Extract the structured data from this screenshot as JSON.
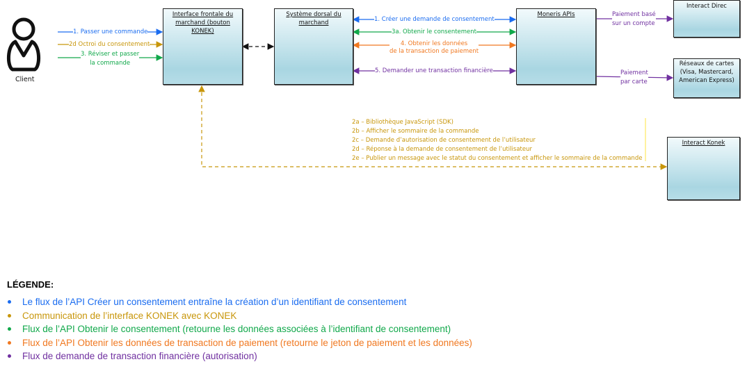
{
  "colors": {
    "blue": "#1a6cf0",
    "gold": "#c8960a",
    "green": "#10a84a",
    "orange": "#f07820",
    "purple": "#7030a0"
  },
  "client": {
    "label": "Client",
    "icon": "user-icon"
  },
  "boxes": {
    "frontend": "Interface frontale du marchand (bouton KONEK)",
    "backend": "Système dorsal du marchand",
    "moneris": "Moneris APIs",
    "interac_direct": "Interact Direc",
    "card_networks": "Réseaux de cartes (Visa, Mastercard, American Express)",
    "interac_konek": "Interact Konek"
  },
  "flows": {
    "place_order": "1. Passer une commande",
    "consent_grant": "2d Octroi du consentement",
    "review_order_1": "3. Réviser et passer",
    "review_order_2": "la commande",
    "create_consent": "1. Créer une demande de consentement",
    "get_consent": "3a. Obtenir le consentement",
    "get_payment_1": "4. Obtenir les données",
    "get_payment_2": "de la transaction de paiement",
    "financial_tx": "5. Demander une transaction financière",
    "account_payment_1": "Paiement basé",
    "account_payment_2": "sur un compte",
    "card_payment_1": "Paiement",
    "card_payment_2": "par carte"
  },
  "notes": [
    "2a – Bibliothèque JavaScript (SDK)",
    "2b – Afficher le sommaire de la commande",
    "2c – Demande d’autorisation de consentement de l’utilisateur",
    "2d – Réponse à la demande de consentement de l’utilisateur",
    "2e – Publier un message avec le statut du consentement et afficher le sommaire de la commande"
  ],
  "legend": {
    "title": "LÉGENDE:",
    "items": [
      "Le flux de l’API Créer un consentement entraîne la création d’un identifiant de consentement",
      "Communication de l’interface KONEK avec KONEK",
      "Flux de l’API Obtenir le consentement (retourne les données associées à l’identifiant de consentement)",
      "Flux de l’API Obtenir les données de transaction de paiement (retourne le jeton de paiement et les données)",
      "Flux de demande de transaction financière (autorisation)"
    ]
  }
}
